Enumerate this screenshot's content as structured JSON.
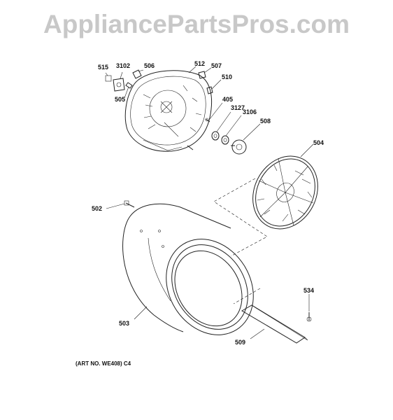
{
  "watermark": "AppliancePartsPros.com",
  "art_number": "(ART NO. WE408) C4",
  "callouts": {
    "c515": "515",
    "c3102": "3102",
    "c506": "506",
    "c512": "512",
    "c507": "507",
    "c510": "510",
    "c505": "505",
    "c405": "405",
    "c3127": "3127",
    "c3106": "3106",
    "c508": "508",
    "c504": "504",
    "c502": "502",
    "c503": "503",
    "c534": "534",
    "c509": "509"
  }
}
